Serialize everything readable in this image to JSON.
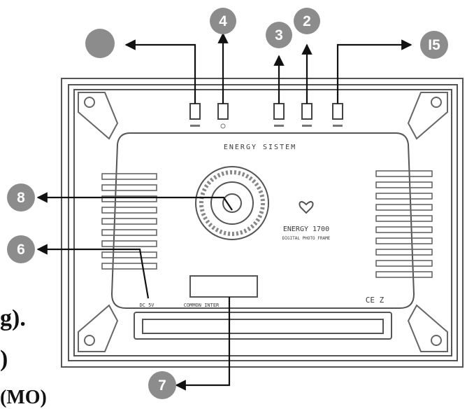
{
  "callouts": {
    "c_top_left": "",
    "c4": "4",
    "c3": "3",
    "c2": "2",
    "c5": "I5",
    "c8": "8",
    "c6": "6",
    "c7": "7"
  },
  "frame_print": {
    "brand": "ENERGY SISTEM",
    "model": "ENERGY 1700",
    "origin": "DIGITAL PHOTO FRAME",
    "port_left": "DC 5V",
    "port_center": "COMMON INTER",
    "cert": "CE Z"
  },
  "cropped_text": {
    "line1": "g).",
    "line2": ")",
    "line3": "(MO)"
  },
  "colors": {
    "callout_fill": "#8c8c8c",
    "line": "#111111",
    "frame": "#555555"
  }
}
